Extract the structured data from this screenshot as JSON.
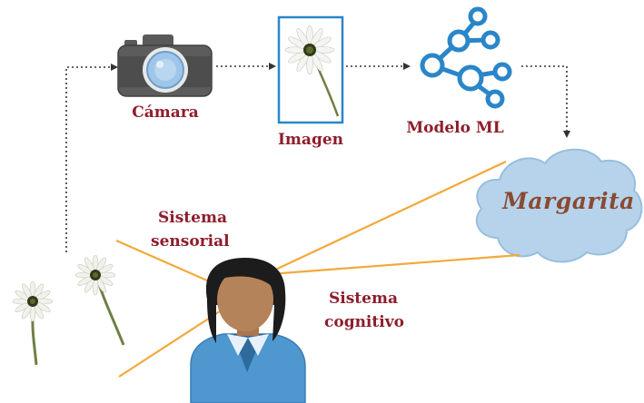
{
  "labels": {
    "camera": "Cámara",
    "image": "Imagen",
    "model": "Modelo ML",
    "sensory_line1": "Sistema",
    "sensory_line2": "sensorial",
    "cognitive_line1": "Sistema",
    "cognitive_line2": "cognitivo",
    "prediction": "Margarita"
  },
  "colors": {
    "label_text": "#8e1d2c",
    "prediction_text": "#8a4a32",
    "sight_lines": "#f2a93b",
    "image_frame": "#2a86c8",
    "network_icon": "#2a86c8",
    "cloud_fill": "#b7d3ec",
    "cloud_stroke": "#98bede",
    "arrow": "#333333",
    "shirt": "#4f97cf",
    "skin": "#b5835a",
    "hair": "#1c1c1c"
  },
  "icons": {
    "camera": "camera-icon",
    "image": "daisy-photo",
    "model": "neural-network-icon",
    "cloud": "thought-cloud",
    "person": "person-figure",
    "flowers": "daisy-flowers"
  }
}
